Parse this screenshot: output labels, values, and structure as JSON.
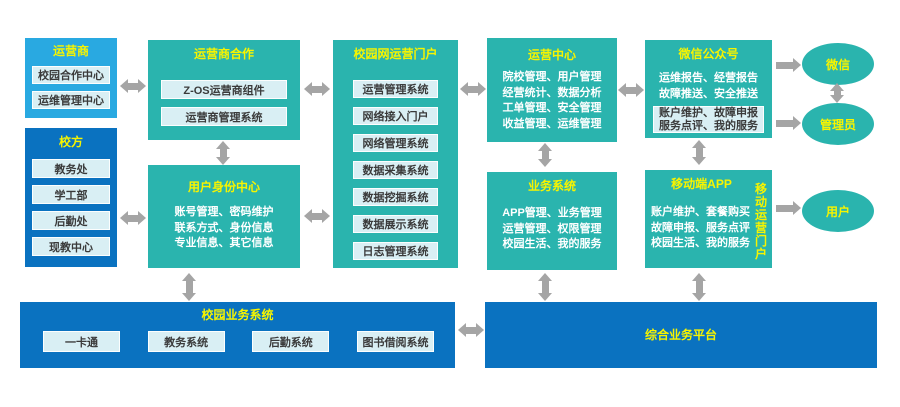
{
  "colors": {
    "teal": "#2AB4AE",
    "light_blue": "#29A9E1",
    "dark_blue": "#0A72C0",
    "chip_bg": "#D9EFF4",
    "chip_text": "#3A3A3A",
    "title_yellow": "#F7F400",
    "arrow_gray": "#A5A5A5"
  },
  "boxes": {
    "operator": {
      "title": "运营商",
      "items": [
        "校园合作中心",
        "运维管理中心"
      ]
    },
    "school": {
      "title": "校方",
      "items": [
        "教务处",
        "学工部",
        "后勤处",
        "现教中心"
      ]
    },
    "operator_coop": {
      "title": "运营商合作",
      "items": [
        "Z-OS运营商组件",
        "运营商管理系统"
      ]
    },
    "user_identity": {
      "title": "用户身份中心",
      "lines": [
        "账号管理、密码维护",
        "联系方式、身份信息",
        "专业信息、其它信息"
      ]
    },
    "campus_portal": {
      "title": "校园网运营门户",
      "items": [
        "运营管理系统",
        "网络接入门户",
        "网络管理系统",
        "数据采集系统",
        "数据挖掘系统",
        "数据展示系统",
        "日志管理系统"
      ]
    },
    "operation_center": {
      "title": "运营中心",
      "lines": [
        "院校管理、用户管理",
        "经营统计、数据分析",
        "工单管理、安全管理",
        "收益管理、运维管理"
      ]
    },
    "business_system": {
      "title": "业务系统",
      "lines": [
        "APP管理、业务管理",
        "运营管理、权限管理",
        "校园生活、我的服务"
      ]
    },
    "wechat_official": {
      "title": "微信公众号",
      "lines": [
        "运维报告、经营报告",
        "故障推送、安全推送"
      ],
      "panel_lines": [
        "账户维护、故障申报",
        "服务点评、我的服务"
      ]
    },
    "mobile_app": {
      "title": "移动端APP",
      "lines": [
        "账户维护、套餐购买",
        "故障申报、服务点评",
        "校园生活、我的服务"
      ],
      "vertical_label": "移动运营门户"
    },
    "campus_business": {
      "title": "校园业务系统",
      "items": [
        "一卡通",
        "教务系统",
        "后勤系统",
        "图书借阅系统"
      ]
    },
    "integrated_platform": {
      "title": "综合业务平台"
    }
  },
  "actors": {
    "wechat": "微信",
    "admin": "管理员",
    "user": "用户"
  }
}
